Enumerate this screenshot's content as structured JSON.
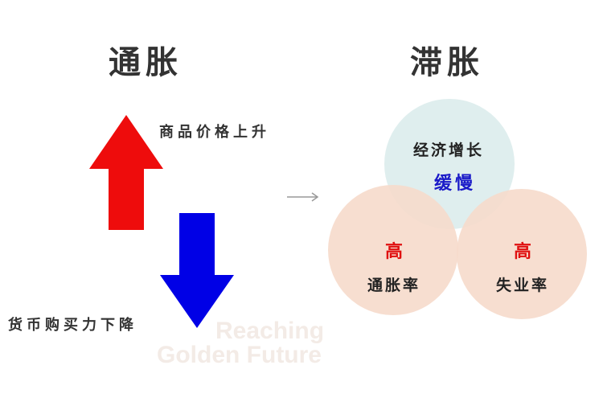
{
  "left": {
    "title": "通胀",
    "up_label": "商品价格上升",
    "down_label": "货币购买力下降",
    "up_color": "#ee0c0c",
    "down_color": "#0000e6"
  },
  "right": {
    "title": "滞胀",
    "top_circle": {
      "line1": "经济增长",
      "line2": "缓慢",
      "color": "#dbecec"
    },
    "left_circle": {
      "line1": "高",
      "line2": "通胀率",
      "color": "#f6dacb"
    },
    "right_circle": {
      "line1": "高",
      "line2": "失业率",
      "color": "#f6dacb"
    }
  },
  "watermark": {
    "line1": "Reaching",
    "line2": "Golden Future"
  }
}
